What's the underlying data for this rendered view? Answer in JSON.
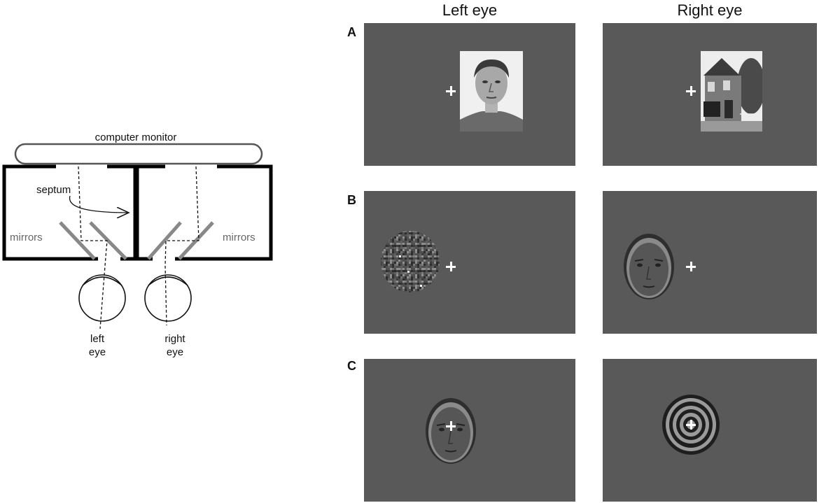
{
  "diagram": {
    "monitor_label": "computer monitor",
    "septum_label": "septum",
    "mirrors_left_label": "mirrors",
    "mirrors_right_label": "mirrors",
    "left_eye_label_line1": "left",
    "left_eye_label_line2": "eye",
    "right_eye_label_line1": "right",
    "right_eye_label_line2": "eye"
  },
  "columns": {
    "left": "Left eye",
    "right": "Right eye"
  },
  "rows": [
    {
      "letter": "A",
      "left_stimulus": "face-photo",
      "right_stimulus": "house-photo"
    },
    {
      "letter": "B",
      "left_stimulus": "noise-patch",
      "right_stimulus": "face-drawing"
    },
    {
      "letter": "C",
      "left_stimulus": "face-drawing",
      "right_stimulus": "concentric-rings"
    }
  ],
  "colors": {
    "panel_background": "#595959",
    "fixation_cross": "#ffffff"
  }
}
